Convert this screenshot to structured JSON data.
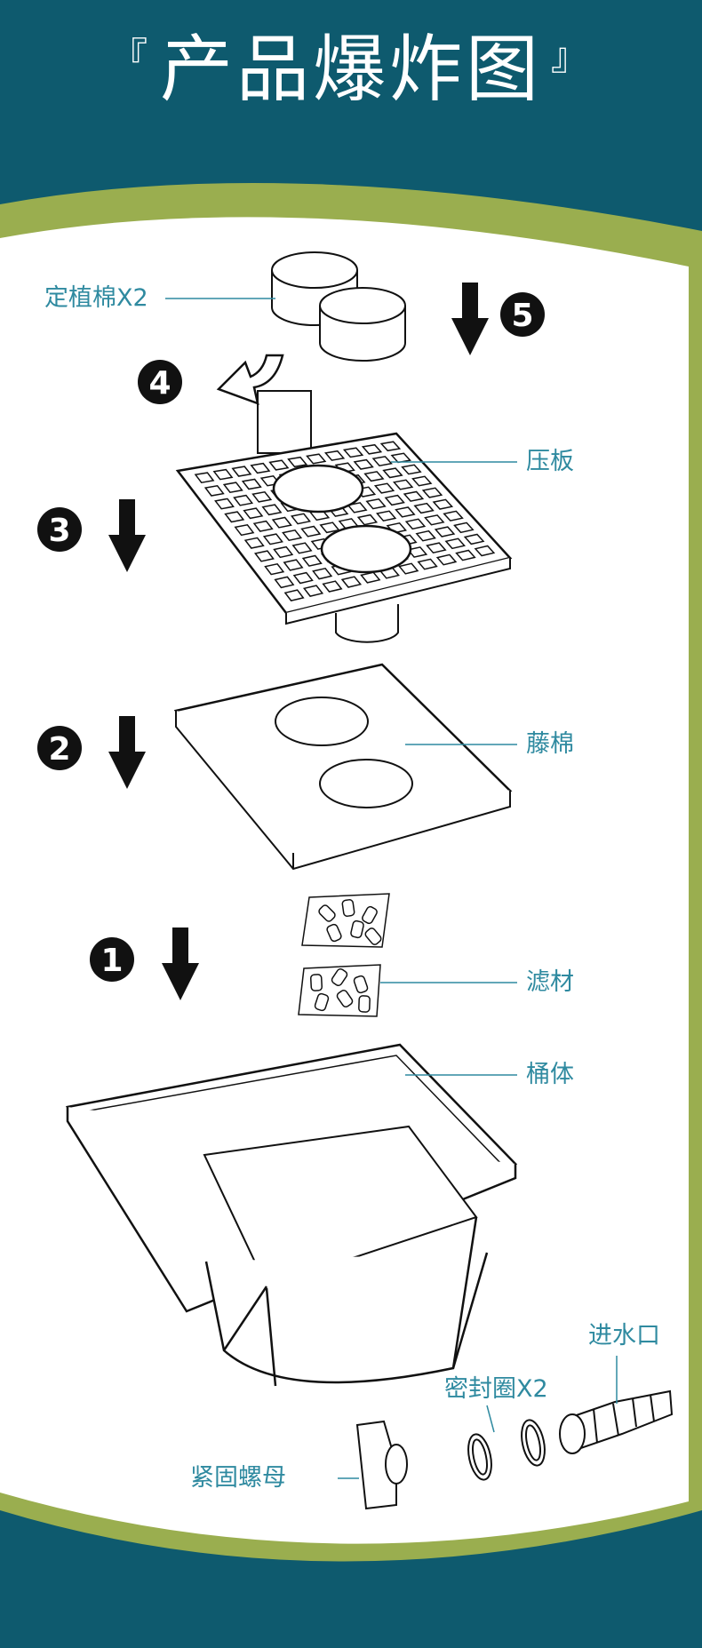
{
  "title": {
    "left_bracket": "『",
    "text": "产品爆炸图",
    "right_bracket": "』"
  },
  "labels": {
    "cotton": "定植棉X2",
    "plate": "压板",
    "rattan": "藤棉",
    "media": "滤材",
    "bucket": "桶体",
    "inlet": "进水口",
    "seal": "密封圈X2",
    "nut": "紧固螺母"
  },
  "steps": [
    "1",
    "2",
    "3",
    "4",
    "5"
  ],
  "colors": {
    "frame_teal": "#0e5a6e",
    "band_green": "#9aae4f",
    "label_teal": "#2f8aa0"
  }
}
